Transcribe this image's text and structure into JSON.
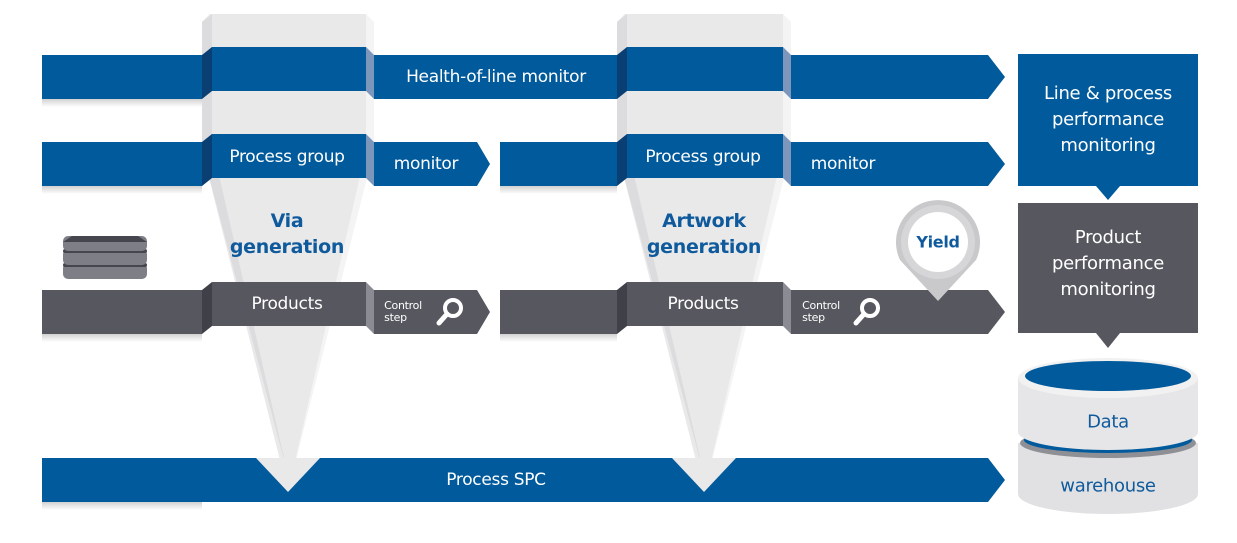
{
  "colors": {
    "blue": "#005a9c",
    "blue_dark": "#0a3f73",
    "blue_fold": "#7d96bb",
    "gray": "#56575f",
    "gray_dark": "#3f4048",
    "gray_fold": "#8a8b93",
    "pillar": "#e9e9ea",
    "pillar_edge": "#d7d7d9"
  },
  "bands": {
    "health": "Health-of-line monitor",
    "process_group_1": "Process group",
    "monitor_1": "monitor",
    "process_group_2": "Process group",
    "monitor_2": "monitor",
    "products_1": "Products",
    "control_step_1": "Control\nstep",
    "products_2": "Products",
    "control_step_2": "Control\nstep",
    "spc": "Process SPC"
  },
  "pillars": {
    "via": "Via\ngeneration",
    "artwork": "Artwork\ngeneration"
  },
  "yield_pin": "Yield",
  "boxes": {
    "line_process": "Line & process\nperformance\nmonitoring",
    "product_perf": "Product\nperformance\nmonitoring"
  },
  "warehouse": {
    "top": "Data",
    "bottom": "warehouse"
  },
  "icons": [
    "stack-icon",
    "magnifier-icon",
    "map-pin-icon",
    "database-icon"
  ]
}
